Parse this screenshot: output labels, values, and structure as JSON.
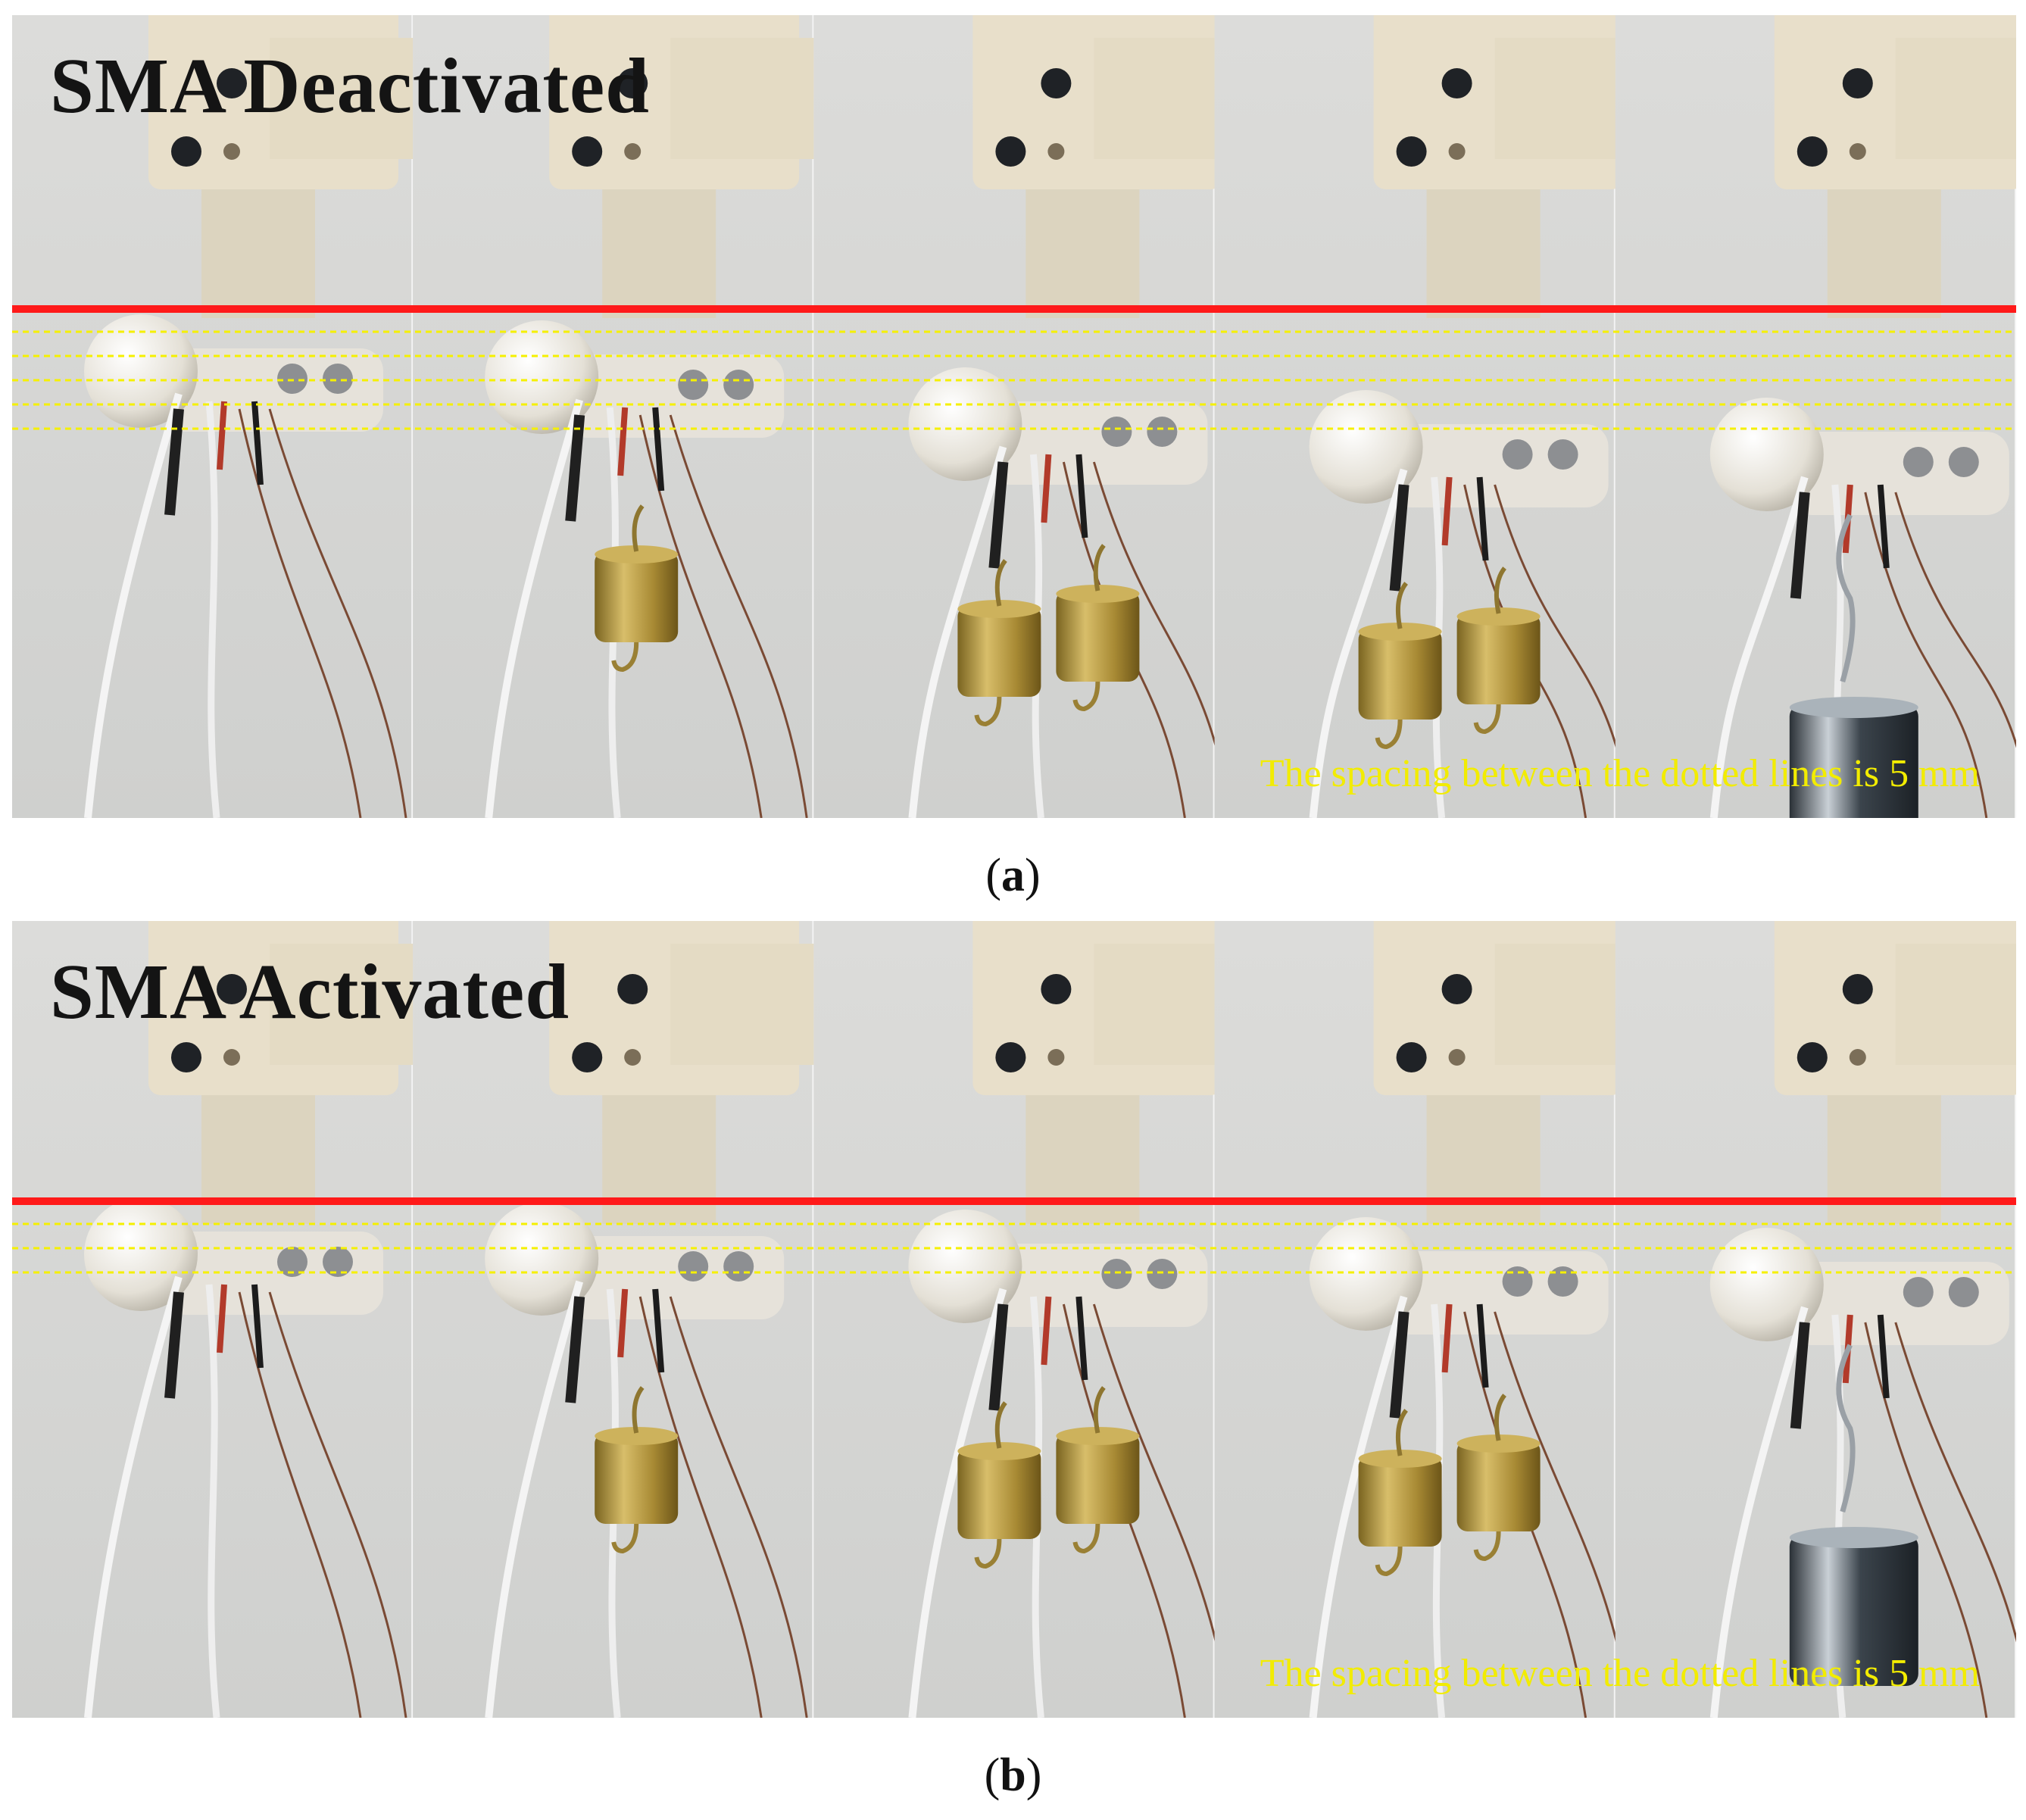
{
  "panels": [
    {
      "id": "a",
      "title": "SMA Deactivated",
      "note": "The spacing between the dotted lines is 5 mm",
      "caption_letter": "a",
      "frames": [
        "none",
        "one-brass",
        "two-brass",
        "two-brass",
        "steel"
      ],
      "dotted_line_count": 5,
      "colors": {
        "reference_line": "#ff1a1a",
        "dotted_line": "#f5f000",
        "note": "#f2ec00"
      }
    },
    {
      "id": "b",
      "title": "SMA Activated",
      "note": "The spacing between the dotted lines is 5 mm",
      "caption_letter": "b",
      "frames": [
        "none",
        "one-brass",
        "two-brass",
        "two-brass",
        "steel"
      ],
      "dotted_line_count": 3,
      "colors": {
        "reference_line": "#ff1a1a",
        "dotted_line": "#f5f000",
        "note": "#f2ec00"
      }
    }
  ],
  "captions": {
    "open": "(",
    "close": ")"
  }
}
